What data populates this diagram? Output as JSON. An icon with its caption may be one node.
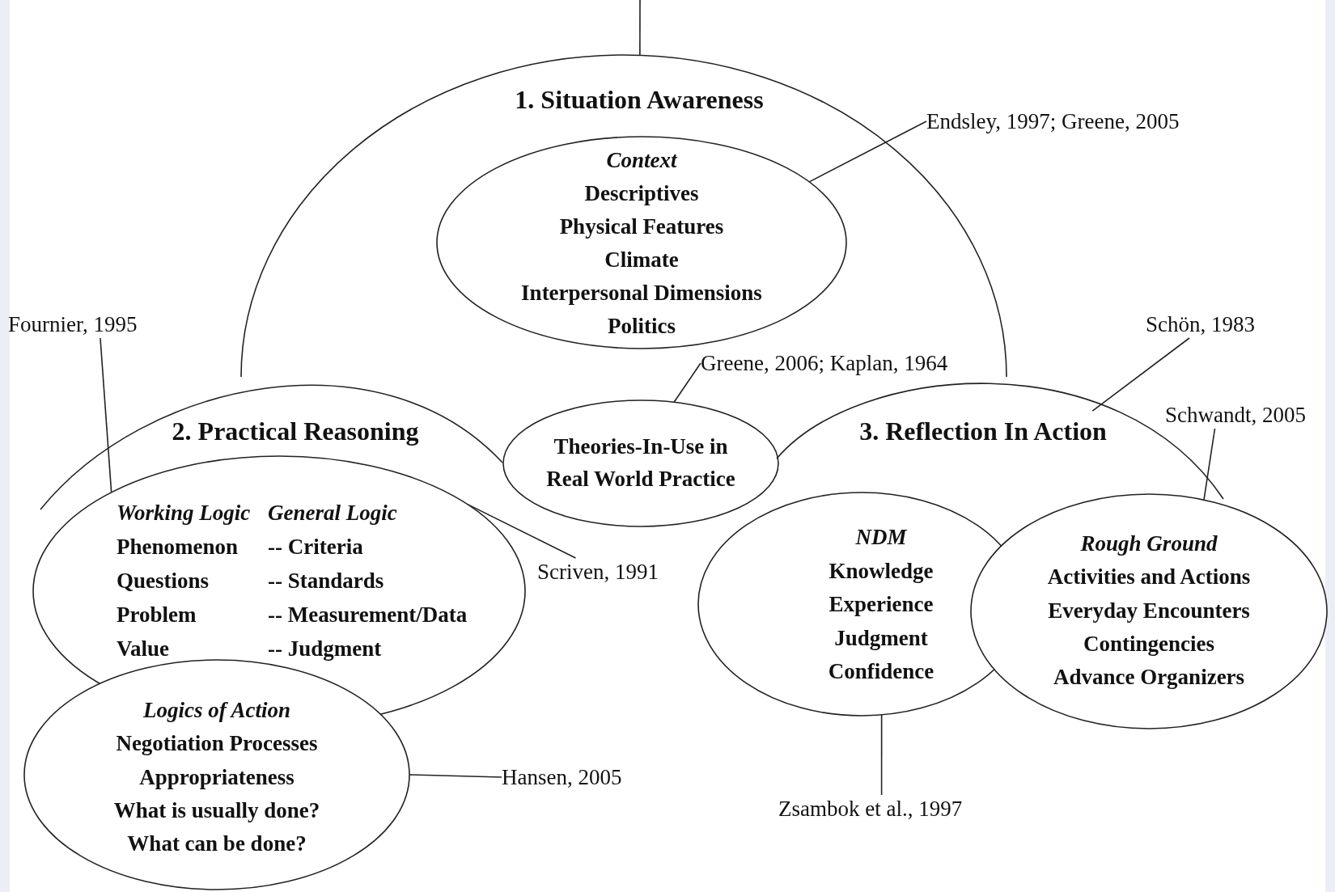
{
  "diagram": {
    "nodes": [
      {
        "text": [
          "1. Situation Awareness"
        ]
      },
      {
        "text": [
          "Context",
          "Descriptives",
          "Physical Features",
          "Climate",
          "Interpersonal Dimensions",
          "Politics"
        ],
        "in": 0
      },
      {
        "text": [
          "Endsley, 1997; Greene, 2005"
        ]
      },
      {
        "text": [
          "Fournier, 1995"
        ]
      },
      {
        "text": [
          "Schön, 1983"
        ]
      },
      {
        "text": [
          "Greene, 2006; Kaplan, 1964"
        ],
        "in": 0
      },
      {
        "text": [
          "2. Practical Reasoning"
        ]
      },
      {
        "text": [
          "Theories-In-Use in",
          "Real World Practice"
        ]
      },
      {
        "text": [
          "3. Reflection In Action"
        ]
      },
      {
        "text": [
          "Schwandt, 2005"
        ]
      },
      {
        "text": [
          "Working Logic",
          "General Logic",
          "Phenomenon",
          "-- Criteria",
          "Questions",
          "-- Standards",
          "Problem",
          "-- Measurement/Data",
          "Value",
          "-- Judgment"
        ]
      },
      {
        "text": [
          "Scriven, 1991"
        ]
      },
      {
        "text": [
          "NDM",
          "Knowledge",
          "Experience",
          "Judgment",
          "Confidence"
        ]
      },
      {
        "text": [
          "Rough Ground",
          "Activities and Actions",
          "Everyday Encounters",
          "Contingencies",
          "Advance Organizers"
        ]
      },
      {
        "text": [
          "Logics of Action",
          "Negotiation Processes",
          "Appropriateness",
          "What is usually done?",
          "What can be done?"
        ]
      },
      {
        "text": [
          "Hansen, 2005"
        ]
      },
      {
        "text": [
          "Zsambok et al., 1997"
        ]
      }
    ],
    "edges": [
      {
        "from": null,
        "to": 0,
        "arrow": "none"
      },
      {
        "from": 2,
        "to": 1,
        "arrow": "none"
      },
      {
        "from": 3,
        "to": 10,
        "arrow": "none"
      },
      {
        "from": 4,
        "to": 8,
        "arrow": "none"
      },
      {
        "from": 5,
        "to": 7,
        "arrow": "none"
      },
      {
        "from": 9,
        "to": 13,
        "arrow": "none"
      },
      {
        "from": 11,
        "to": 10,
        "arrow": "none"
      },
      {
        "from": 15,
        "to": 14,
        "arrow": "none"
      },
      {
        "from": 16,
        "to": 12,
        "arrow": "none"
      }
    ]
  }
}
